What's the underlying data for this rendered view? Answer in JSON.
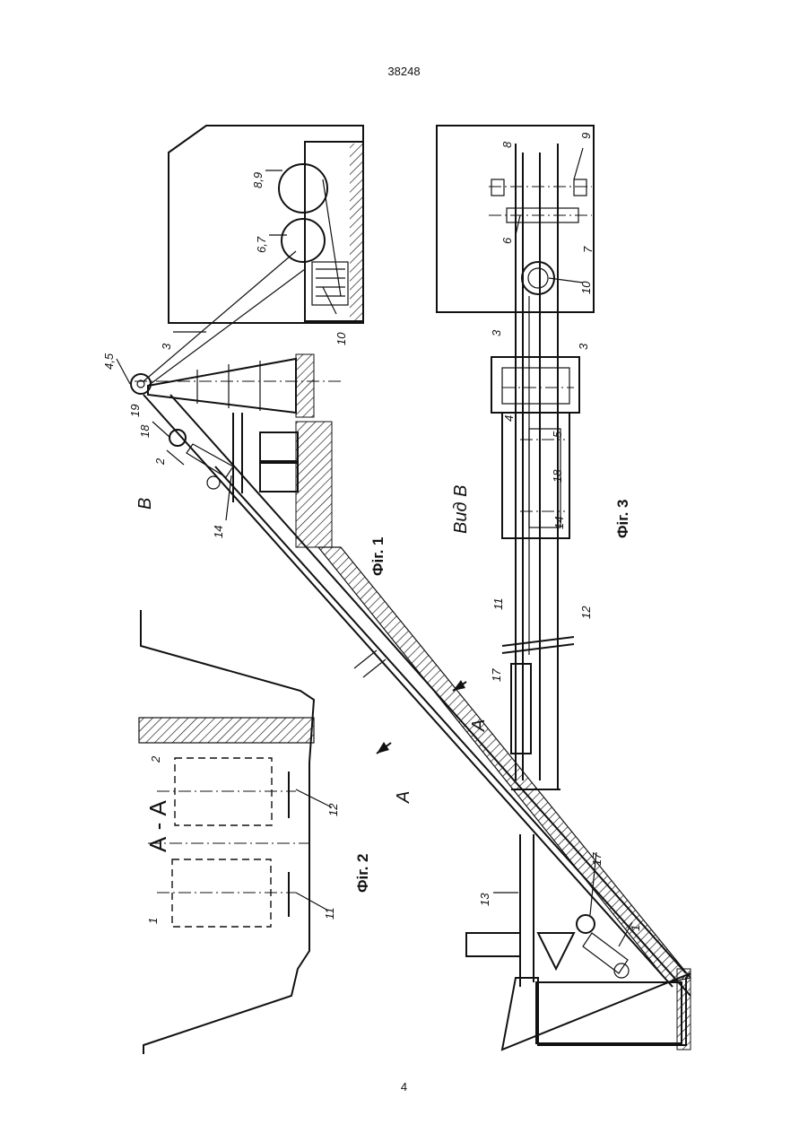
{
  "page": {
    "doc_number": "38248",
    "page_number": "4"
  },
  "figures": {
    "fig1_caption": "Фіг. 1",
    "fig2_caption": "Фіг. 2",
    "fig3_caption": "Фіг. 3",
    "section_label": "А - А",
    "view_label": "Вид В",
    "view_marker": "В",
    "cut_marker_a": "А"
  },
  "callouts": {
    "c1": "1",
    "c2": "2",
    "c3": "3",
    "c45": "4,5",
    "c67": "6,7",
    "c89": "8,9",
    "c10": "10",
    "c13": "13",
    "c14": "14",
    "c17": "17",
    "c18": "18",
    "c19": "19",
    "f2_1": "1",
    "f2_2": "2",
    "f2_11": "11",
    "f2_12": "12",
    "f3_3": "3",
    "f3_3b": "3",
    "f3_4": "4",
    "f3_5": "5",
    "f3_6": "6",
    "f3_7": "7",
    "f3_8": "8",
    "f3_9": "9",
    "f3_10": "10",
    "f3_11": "11",
    "f3_12": "12",
    "f3_14": "14",
    "f3_17": "17",
    "f3_18": "18"
  }
}
